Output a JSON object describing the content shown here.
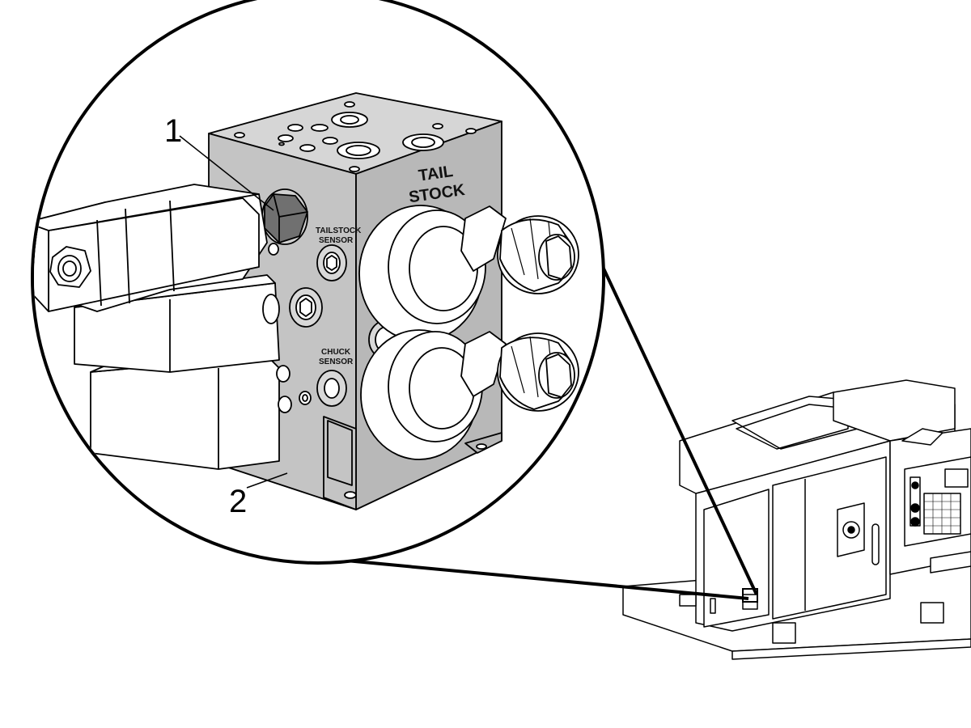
{
  "callouts": {
    "one": "1",
    "two": "2"
  },
  "block_labels": {
    "tail": "TAIL",
    "stock": "STOCK",
    "tailstock": "TAILSTOCK",
    "tailstock_sensor": "SENSOR",
    "chuck": "CHUCK",
    "chuck_sensor": "SENSOR"
  },
  "colors": {
    "line": "#000000",
    "block_face": "#c8c8c8",
    "block_side": "#b4b4b4",
    "block_top": "#d6d6d6",
    "plug": "#6f6f6f",
    "white": "#ffffff"
  }
}
